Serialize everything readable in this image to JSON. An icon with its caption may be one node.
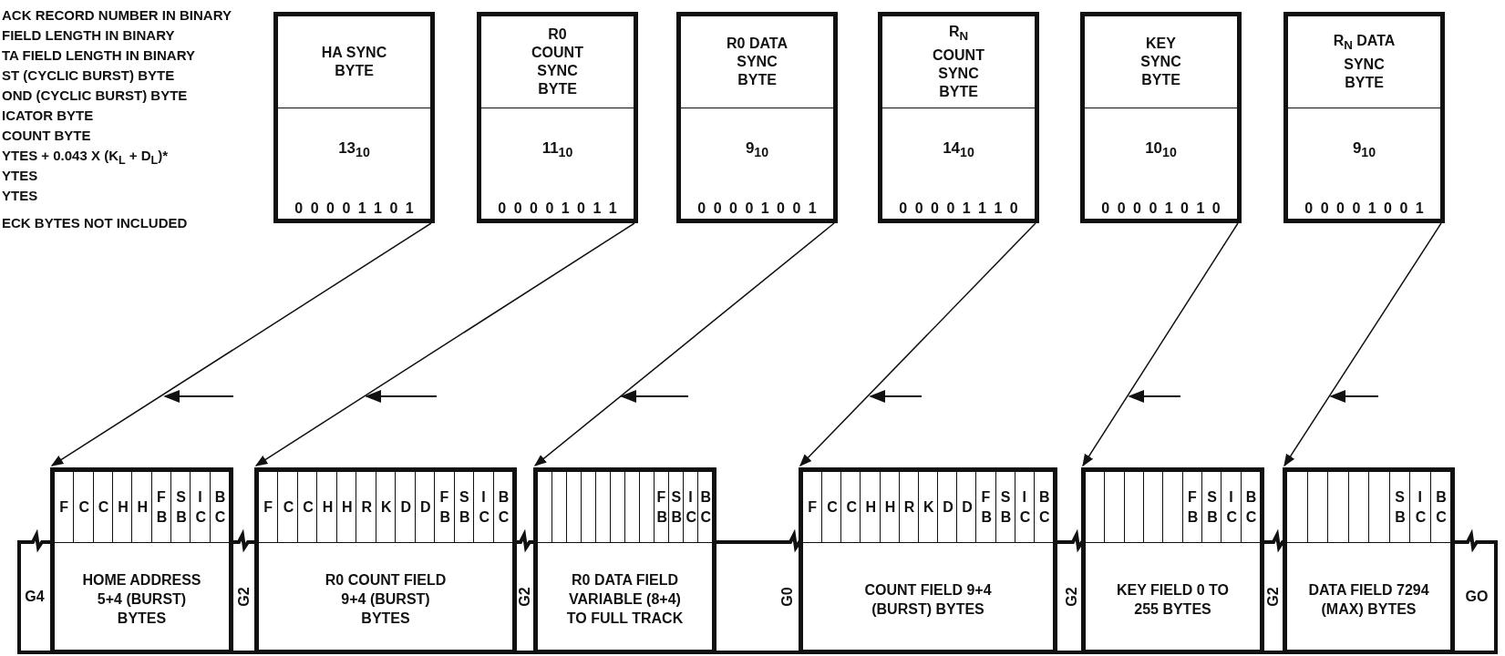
{
  "diagram": {
    "nodes": [
      {
        "text": [
          "HA SYNC BYTE",
          "13$_{10}$",
          "0 0 0 0 1 1 0 1"
        ]
      },
      {
        "text": [
          "R0 COUNT SYNC BYTE",
          "11$_{10}$",
          "0 0 0 0 1 0 1 1"
        ]
      },
      {
        "text": [
          "R0 DATA SYNC BYTE",
          "9$_{10}$",
          "0 0 0 0 1 0 0 1"
        ]
      },
      {
        "text": [
          "R$_{N}$ COUNT SYNC BYTE",
          "14$_{10}$",
          "0 0 0 0 1 1 1 0"
        ]
      },
      {
        "text": [
          "KEY SYNC BYTE",
          "10$_{10}$",
          "0 0 0 0 1 0 1 0"
        ]
      },
      {
        "text": [
          "R$_{N}$ DATA SYNC BYTE",
          "9$_{10}$",
          "0 0 0 0 1 0 0 1"
        ]
      },
      {
        "text": [
          "F",
          "C",
          "C",
          "H",
          "H",
          "F B",
          "S B",
          "I C",
          "B C",
          "HOME ADDRESS 5+4 (BURST) BYTES"
        ]
      },
      {
        "text": [
          "F",
          "C",
          "C",
          "H",
          "H",
          "R",
          "K",
          "D",
          "D",
          "F B",
          "S B",
          "I C",
          "B C",
          "R0 COUNT FIELD 9+4 (BURST) BYTES"
        ]
      },
      {
        "text": [
          "F B",
          "S B",
          "I C",
          "B C",
          "R0 DATA FIELD VARIABLE (8+4) TO FULL TRACK"
        ]
      },
      {
        "text": [
          "F",
          "C",
          "C",
          "H",
          "H",
          "R",
          "K",
          "D",
          "D",
          "F B",
          "S B",
          "I C",
          "B C",
          "COUNT FIELD 9+4 (BURST) BYTES"
        ]
      },
      {
        "text": [
          "F B",
          "S B",
          "I C",
          "B C",
          "KEY FIELD 0 TO 255 BYTES"
        ]
      },
      {
        "text": [
          "S B",
          "I C",
          "B C",
          "DATA FIELD 7294 (MAX) BYTES"
        ]
      }
    ],
    "edges": [
      {
        "from": 0,
        "to": 6,
        "arrow": "to"
      },
      {
        "from": 1,
        "to": 7,
        "arrow": "to"
      },
      {
        "from": 2,
        "to": 8,
        "arrow": "to"
      },
      {
        "from": 3,
        "to": 9,
        "arrow": "to"
      },
      {
        "from": 4,
        "to": 10,
        "arrow": "to"
      },
      {
        "from": 5,
        "to": 11,
        "arrow": "to"
      }
    ],
    "labels": [
      "ACK RECORD NUMBER IN BINARY",
      "FIELD LENGTH IN BINARY",
      "TA FIELD LENGTH IN BINARY",
      "ST (CYCLIC BURST) BYTE",
      "OND (CYCLIC BURST) BYTE",
      "ICATOR BYTE",
      "COUNT BYTE",
      "YTES + 0.043 X (K$_{L}$ + D$_{L}$)*",
      "YTES",
      "YTES",
      "ECK BYTES NOT INCLUDED",
      "G4",
      "G2",
      "G2",
      "G0",
      "G2",
      "G2",
      "GO"
    ]
  }
}
